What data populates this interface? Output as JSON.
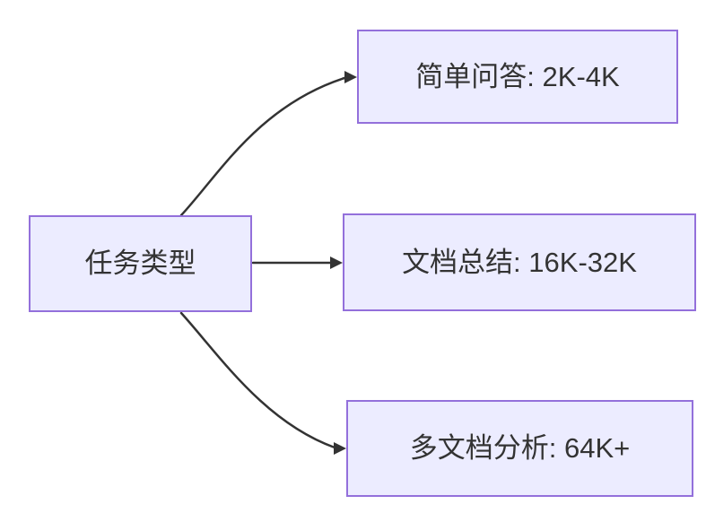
{
  "diagram": {
    "type": "flowchart",
    "root": {
      "label": "任务类型"
    },
    "branches": [
      {
        "label": "简单问答: 2K-4K"
      },
      {
        "label": "文档总结: 16K-32K"
      },
      {
        "label": "多文档分析: 64K+"
      }
    ]
  },
  "theme": {
    "node_fill": "#ECECFF",
    "node_border": "#9370DB",
    "edge_color": "#333333",
    "text_color": "#333333",
    "background": "#FFFFFF"
  }
}
